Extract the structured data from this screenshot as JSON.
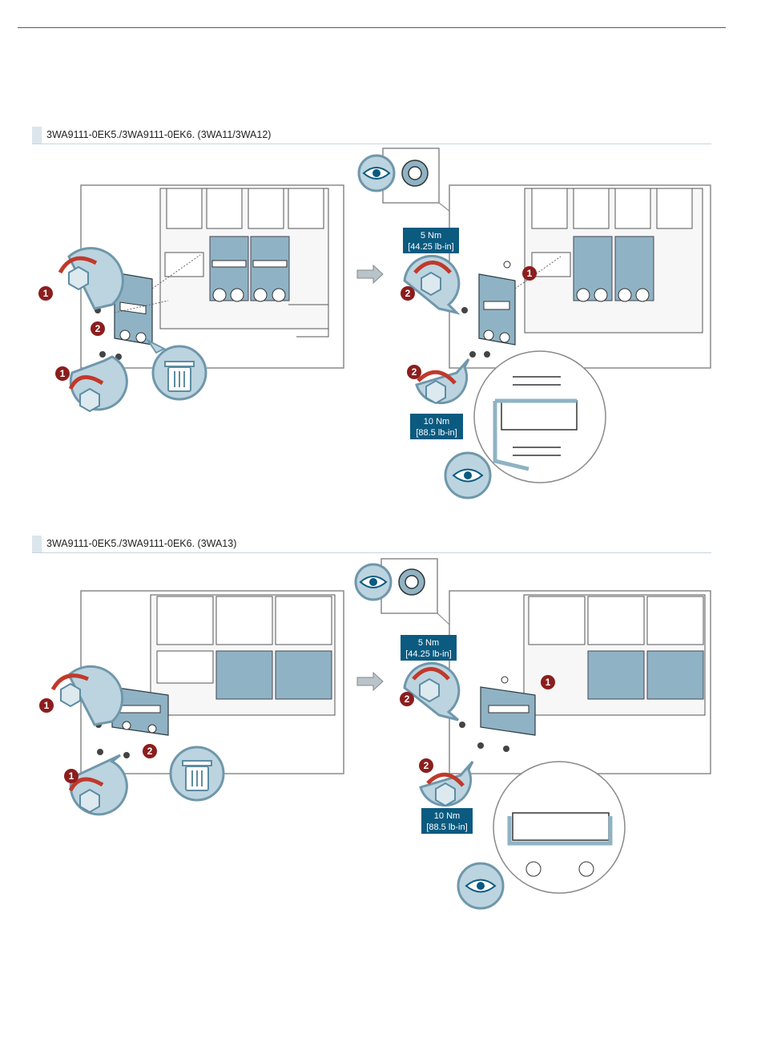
{
  "sections": [
    {
      "title": "3WA9111-0EK5./3WA9111-0EK6. (3WA11/3WA12)",
      "torque_small": {
        "line1": "5 Nm",
        "line2": "[44.25 lb-in]"
      },
      "torque_large": {
        "line1": "10 Nm",
        "line2": "[88.5 lb-in]"
      },
      "steps": {
        "one": "1",
        "two": "2"
      }
    },
    {
      "title": "3WA9111-0EK5./3WA9111-0EK6. (3WA13)",
      "torque_small": {
        "line1": "5 Nm",
        "line2": "[44.25 lb-in]"
      },
      "torque_large": {
        "line1": "10 Nm",
        "line2": "[88.5 lb-in]"
      },
      "steps": {
        "one": "1",
        "two": "2"
      }
    }
  ],
  "icons": [
    "eye-icon",
    "washer-icon",
    "hex-nut-icon",
    "loosen-arrow-icon",
    "tighten-arrow-icon",
    "trash-bin-icon",
    "step-badge-icon",
    "process-arrow-icon"
  ],
  "colors": {
    "panel": "#8fb3c4",
    "callout_fill": "#bcd4df",
    "callout_stroke": "#6f97ab",
    "badge": "#8b1e1e",
    "torque_box": "#0b5a80",
    "rule": "#c7d6de"
  }
}
